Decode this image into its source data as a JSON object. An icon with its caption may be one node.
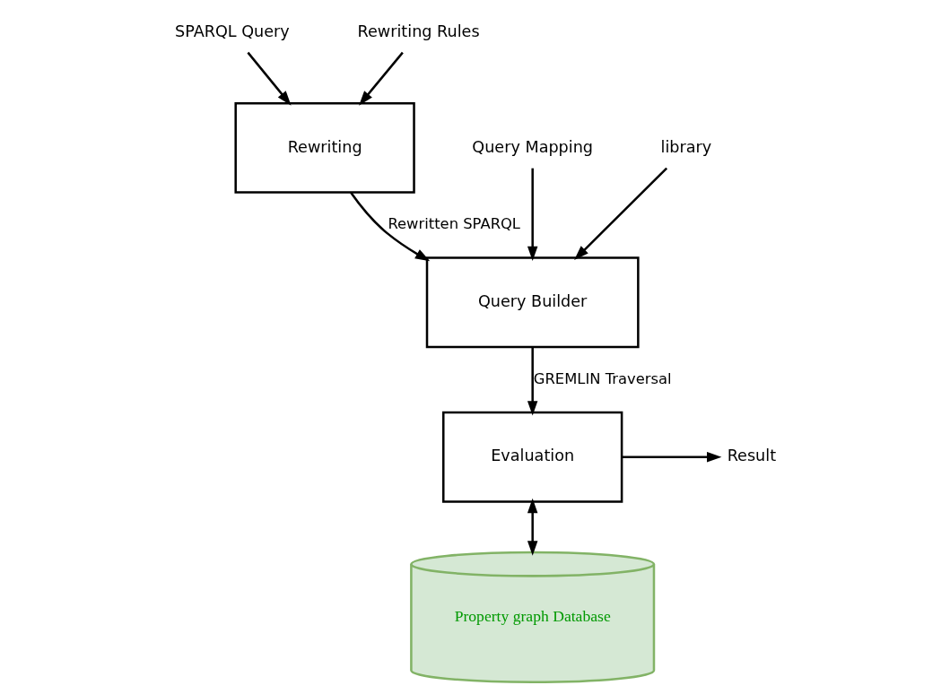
{
  "diagram": {
    "nodes": [
      {
        "text": [
          "SPARQL Query"
        ]
      },
      {
        "text": [
          "Rewriting Rules"
        ]
      },
      {
        "text": [
          "Rewriting"
        ]
      },
      {
        "text": [
          "Query Mapping"
        ]
      },
      {
        "text": [
          "library"
        ]
      },
      {
        "text": [
          "Query Builder"
        ]
      },
      {
        "text": [
          "Evaluation"
        ]
      },
      {
        "text": [
          "Result"
        ]
      },
      {
        "text": [
          "Property graph Database"
        ]
      }
    ],
    "edges": [
      {
        "from": 0,
        "to": 2,
        "arrow": "to"
      },
      {
        "from": 1,
        "to": 2,
        "arrow": "to"
      },
      {
        "from": 2,
        "to": 5,
        "arrow": "to",
        "label": "Rewritten SPARQL"
      },
      {
        "from": 3,
        "to": 5,
        "arrow": "to"
      },
      {
        "from": 4,
        "to": 5,
        "arrow": "to"
      },
      {
        "from": 5,
        "to": 6,
        "arrow": "to",
        "label": "GREMLIN Traversal"
      },
      {
        "from": 6,
        "to": 7,
        "arrow": "to"
      },
      {
        "from": 6,
        "to": 8,
        "arrow": "both"
      }
    ]
  }
}
